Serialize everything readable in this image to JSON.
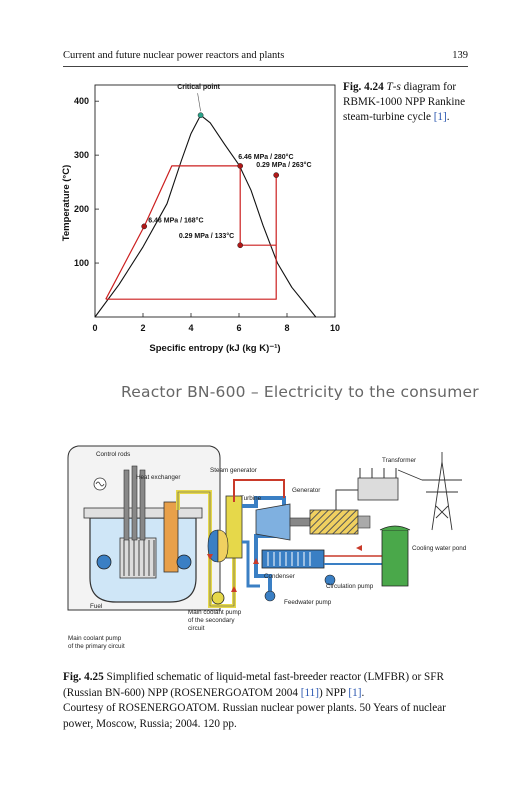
{
  "header": {
    "running_title": "Current and future nuclear power reactors and plants",
    "page_number": "139"
  },
  "fig_4_24": {
    "caption_number": "Fig. 4.24",
    "caption_text_a": "T",
    "caption_text_b": "-",
    "caption_text_c": "s",
    "caption_text_d": " diagram for RBMK-1000 NPP Rankine steam-turbine cycle ",
    "caption_ref": "[1]",
    "caption_end": "."
  },
  "chart_data": {
    "type": "line",
    "title": "",
    "xlabel": "Specific entropy (kJ (kg K)⁻¹)",
    "ylabel": "Temperature (°C)",
    "xlim": [
      0,
      10
    ],
    "ylim": [
      0,
      430
    ],
    "x_ticks": [
      "0",
      "2",
      "4",
      "6",
      "8",
      "10"
    ],
    "y_ticks": [
      "100",
      "200",
      "300",
      "400"
    ],
    "grid": false,
    "series": [
      {
        "color": "#111111",
        "points": [
          [
            0,
            0
          ],
          [
            1,
            60
          ],
          [
            2,
            130
          ],
          [
            3,
            210
          ],
          [
            3.6,
            290
          ],
          [
            4,
            340
          ],
          [
            4.4,
            374
          ],
          [
            4.8,
            360
          ],
          [
            5.4,
            320
          ],
          [
            6,
            282
          ],
          [
            6.5,
            235
          ],
          [
            7,
            170
          ],
          [
            7.6,
            100
          ],
          [
            8.2,
            55
          ],
          [
            9.2,
            0
          ]
        ]
      },
      {
        "color": "#cc1f1f",
        "points": [
          [
            0.45,
            33
          ],
          [
            2.05,
            168
          ],
          [
            3.2,
            280
          ],
          [
            6.05,
            280
          ],
          [
            6.05,
            133
          ],
          [
            7.55,
            133
          ],
          [
            7.55,
            263
          ],
          [
            7.55,
            33
          ],
          [
            0.45,
            33
          ]
        ]
      }
    ],
    "marked_points": [
      {
        "x": 2.05,
        "y": 168,
        "label": "6.46 MPa / 168°C",
        "color": "#b01818"
      },
      {
        "x": 6.05,
        "y": 280,
        "label": "6.46 MPa / 280°C",
        "color": "#b01818"
      },
      {
        "x": 7.55,
        "y": 263,
        "label": "0.29 MPa / 263°C",
        "color": "#b01818"
      },
      {
        "x": 6.05,
        "y": 133,
        "label": "0.29 MPa / 133°C",
        "color": "#b01818"
      },
      {
        "x": 4.4,
        "y": 374,
        "label": "Critical point",
        "color": "#2aa38a"
      }
    ]
  },
  "fig_4_25": {
    "schematic_title": "Reactor BN-600 – Electricity to the consumer",
    "labels": {
      "control_rods": "Control rods",
      "heat_exchanger": "Heat exchanger",
      "steam_generator": "Steam generator",
      "transformer": "Transformer",
      "generator": "Generator",
      "turbine": "Turbine",
      "cooling_water_pond": "Cooling water pond",
      "condenser": "Condenser",
      "circulation_pump": "Circulation pump",
      "feedwater_pump": "Feedwater pump",
      "fuel": "Fuel",
      "main_pump_secondary_1": "Main coolant pump",
      "main_pump_secondary_2": "of the secondary",
      "main_pump_secondary_3": "circuit",
      "main_pump_primary_1": "Main coolant pump",
      "main_pump_primary_2": "of the primary circuit"
    },
    "colors": {
      "primary_loop": "#3a7fc4",
      "secondary_loop": "#e6d84a",
      "hot_pipe": "#c93a2a",
      "cooling": "#4aa84a",
      "sodium": "#cfe6f7"
    },
    "caption_number": "Fig. 4.25",
    "caption_text": " Simplified schematic of liquid-metal fast-breeder reactor (LMFBR) or SFR (Russian BN-600) NPP (ROSENERGOATOM 2004 ",
    "caption_ref1": "[11]",
    "caption_mid": ") NPP ",
    "caption_ref2": "[1]",
    "caption_dot": ".",
    "courtesy": "Courtesy of ROSENERGOATOM. Russian nuclear power plants. 50 Years of nuclear power, Moscow, Russia; 2004. 120 pp."
  }
}
